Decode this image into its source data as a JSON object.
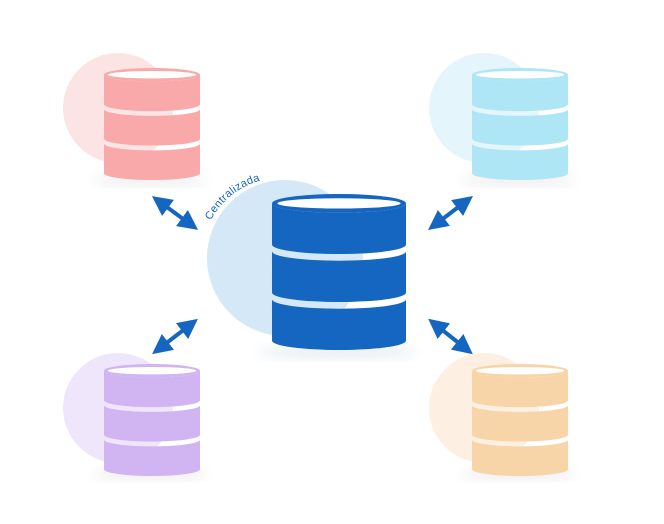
{
  "center": {
    "label": "Centralizada",
    "color": "#1466c1",
    "halo_color": "#d5e8f7"
  },
  "satellites": [
    {
      "name": "top-left",
      "color": "#f9a9a9",
      "halo_color": "#fde4e4",
      "stripe_color": "#ffffff"
    },
    {
      "name": "top-right",
      "color": "#aee6f6",
      "halo_color": "#e4f5fb",
      "stripe_color": "#ffffff"
    },
    {
      "name": "bottom-left",
      "color": "#d1b4f2",
      "halo_color": "#efe6fb",
      "stripe_color": "#ffffff"
    },
    {
      "name": "bottom-right",
      "color": "#f8d5a9",
      "halo_color": "#fdf0e2",
      "stripe_color": "#ffffff"
    }
  ],
  "arrow_color": "#1466c1",
  "icons": {
    "database": "database-icon",
    "arrow": "double-arrow-icon"
  }
}
